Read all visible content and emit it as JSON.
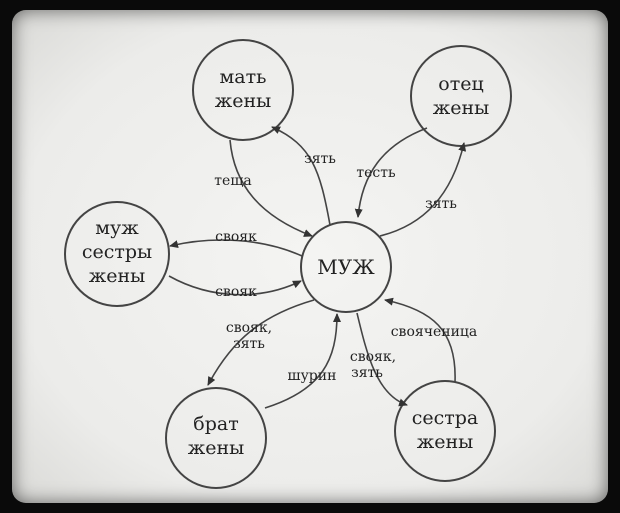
{
  "center": {
    "label": "МУЖ"
  },
  "nodes": {
    "wife_mother": [
      "мать",
      "жены"
    ],
    "wife_father": [
      "отец",
      "жены"
    ],
    "wife_sister_husband": [
      "муж",
      "сестры",
      "жены"
    ],
    "wife_brother": [
      "брат",
      "жены"
    ],
    "wife_sister": [
      "сестра",
      "жены"
    ]
  },
  "edges": {
    "to_mother": "зять",
    "from_mother": "теща",
    "from_father": "тесть",
    "to_father": "зять",
    "to_sister_husband": "свояк",
    "from_sister_husband": "свояк",
    "to_brother": [
      "свояк,",
      "зять"
    ],
    "from_brother": "шурин",
    "to_sister": [
      "свояк,",
      "зять"
    ],
    "from_sister": "свояченица"
  }
}
